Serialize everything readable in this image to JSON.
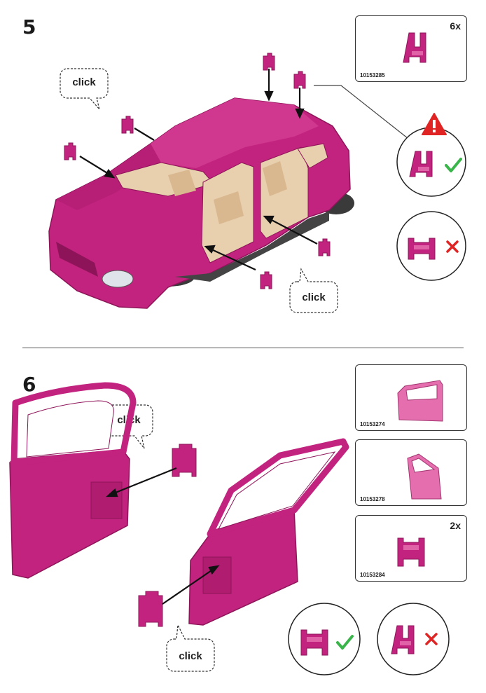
{
  "steps": [
    {
      "number": "5"
    },
    {
      "number": "6"
    }
  ],
  "click_text": "click",
  "step5": {
    "parts": [
      {
        "part_no": "10153285",
        "qty": "6x"
      }
    ],
    "check": {
      "ok_icon": "check-icon",
      "bad_icon": "cross-icon",
      "warning_icon": "warning-icon"
    }
  },
  "step6": {
    "parts": [
      {
        "part_no": "10153274",
        "qty": ""
      },
      {
        "part_no": "10153278",
        "qty": ""
      },
      {
        "part_no": "10153284",
        "qty": "2x"
      }
    ]
  },
  "colors": {
    "magenta": "#c2237e",
    "magenta_dark": "#8e1459",
    "magenta_light": "#e063a8",
    "beige": "#e8cfae",
    "ok_green": "#39b54a",
    "bad_red": "#e02424",
    "warn_red": "#e02424"
  }
}
